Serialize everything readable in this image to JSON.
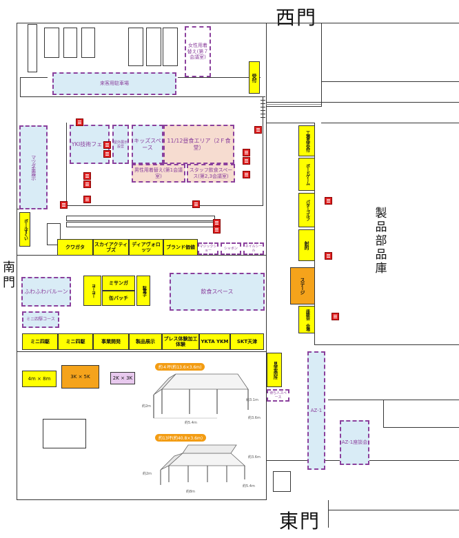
{
  "gates": {
    "west": "西門",
    "east": "東門",
    "south": "南門",
    "warehouse": "製品部品庫"
  },
  "zones": {
    "visitor_parking": "来客用駐車場",
    "womens_changing": "女性用着替え(第７会議室)",
    "mazda_exhibit": "マツダ車展示",
    "yki_fair": "YKI技術フェア",
    "tent_small_top": "屋外展示設営",
    "kids": "キッズスペース",
    "lunch_area": "11/12昼食エリア（2Ｆ食堂）",
    "mens_changing": "男性用着替え(第1会議室)",
    "staff_eating": "スタッフ飲食スペース(第2,3会議室)",
    "puffy_balloon": "ふわふわバルーン",
    "mini4wd_course": "ミニ四駆コース",
    "eating_space": "飲食スペース",
    "az1_top": "AZ-1",
    "az1_talk": "AZ-1座談会",
    "tiny_1": "マジックショー",
    "tiny_2": "シャボン",
    "tiny_3": "ネイルシール",
    "waiting_space": "待ち人スペース"
  },
  "booths": {
    "reception": "受付",
    "gourmet_reception": "工場見学受付",
    "board_game": "ボードゲーム",
    "putter_golf": "パターゴルフ",
    "shooting": "射的",
    "stage": "ステージ",
    "talk_venue": "座談会 会場",
    "tour_guide": "見学案内所",
    "ball_toss": "ボールすくい",
    "kuwagata": "クワガタ",
    "skyaqua": "スカイアクティブズ",
    "deer": "ディアヴォロッツ",
    "brand": "ブランド価値",
    "yo_yo": "ヨーヨー",
    "misanga": "ミサンガ",
    "can_badge": "缶バッチ",
    "kashi": "駄菓子",
    "row": [
      "ミニ四駆",
      "ミニ四駆",
      "事業開発",
      "製品展示",
      "プレス体験加工体験",
      "YKTA YKM",
      "SKT天津"
    ],
    "tent_4x8": "4m × 8m",
    "tent_3k": "3K × 5K",
    "tent_2k": "2K × 3K"
  },
  "tents": {
    "tent1_label": "約４坪(約13.6×3.6m)",
    "tent1_dims": [
      "約3.1m",
      "約5.4m",
      "約3.6m",
      "約2m"
    ],
    "tent2_label": "約13坪(約40.8×3.6m)",
    "tent2_dims": [
      "約3.6m",
      "約2m",
      "約5.4m",
      "約8m"
    ]
  }
}
